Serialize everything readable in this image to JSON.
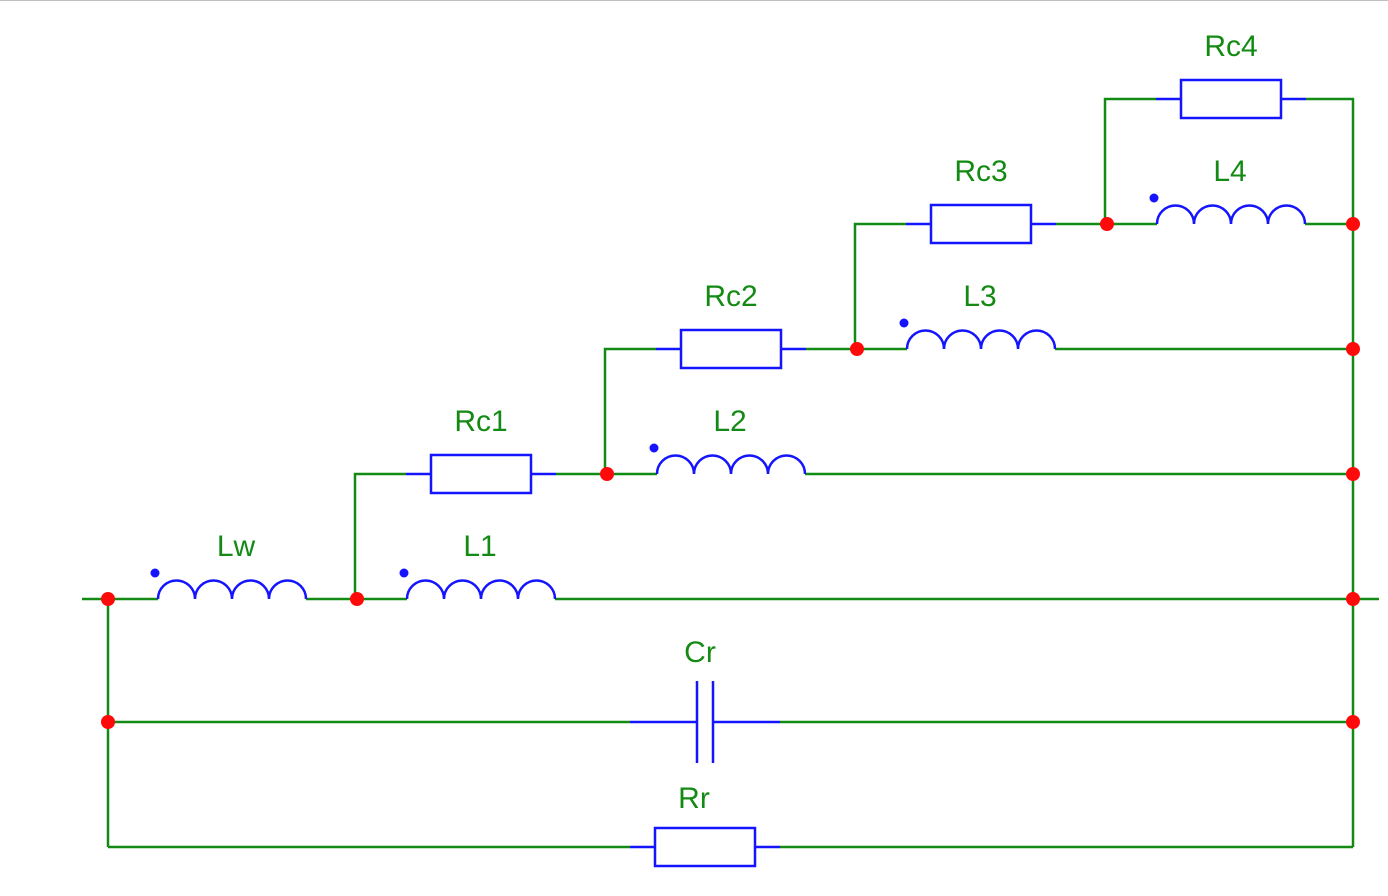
{
  "diagram": {
    "type": "circuit-schematic",
    "colors": {
      "wire": "#138a13",
      "component": "#1414ff",
      "node": "#ff0a0a",
      "label": "#138a13"
    },
    "components": [
      {
        "id": "Lw",
        "label": "Lw",
        "kind": "inductor",
        "polarity_dot": true
      },
      {
        "id": "L1",
        "label": "L1",
        "kind": "inductor",
        "polarity_dot": true
      },
      {
        "id": "Rc1",
        "label": "Rc1",
        "kind": "resistor"
      },
      {
        "id": "L2",
        "label": "L2",
        "kind": "inductor",
        "polarity_dot": true
      },
      {
        "id": "Rc2",
        "label": "Rc2",
        "kind": "resistor"
      },
      {
        "id": "L3",
        "label": "L3",
        "kind": "inductor",
        "polarity_dot": true
      },
      {
        "id": "Rc3",
        "label": "Rc3",
        "kind": "resistor"
      },
      {
        "id": "L4",
        "label": "L4",
        "kind": "inductor",
        "polarity_dot": true
      },
      {
        "id": "Rc4",
        "label": "Rc4",
        "kind": "resistor"
      },
      {
        "id": "Cr",
        "label": "Cr",
        "kind": "capacitor"
      },
      {
        "id": "Rr",
        "label": "Rr",
        "kind": "resistor"
      }
    ],
    "topology": {
      "main_branch": [
        "Lw",
        "L1"
      ],
      "ladder_stages": [
        {
          "inductor": "L1",
          "shunt_resistor": "Rc1"
        },
        {
          "inductor": "L2",
          "shunt_resistor": "Rc2"
        },
        {
          "inductor": "L3",
          "shunt_resistor": "Rc3"
        },
        {
          "inductor": "L4",
          "shunt_resistor": "Rc4"
        }
      ],
      "parallel_to_main": [
        "Cr",
        "Rr"
      ]
    }
  }
}
